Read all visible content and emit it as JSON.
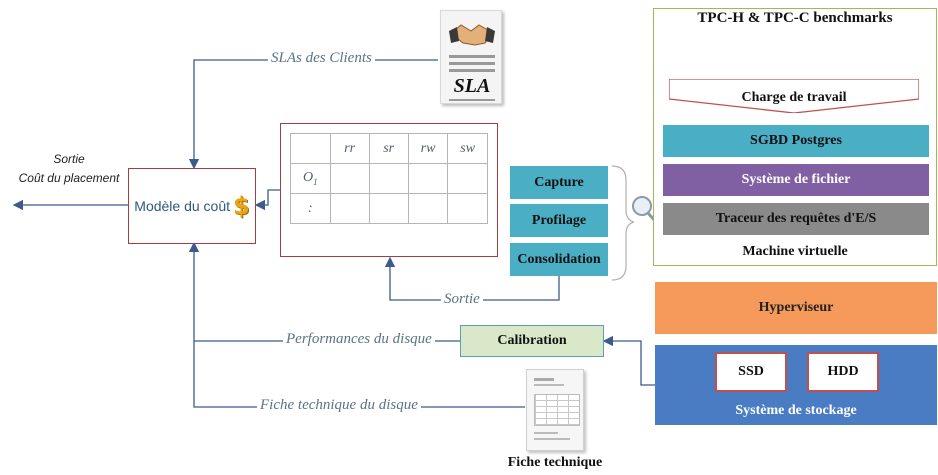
{
  "sla": {
    "label": "SLAs des Clients",
    "doc_text": "SLA"
  },
  "output": {
    "line1": "Sortie",
    "line2": "Coût du placement"
  },
  "cost_model": {
    "label": "Modèle du coût",
    "icon": "dollar-icon",
    "icon_color": "#e8a417"
  },
  "matrix": {
    "headers": [
      "rr",
      "sr",
      "rw",
      "sw"
    ],
    "rows": [
      {
        "label": "O",
        "sub": "1"
      },
      {
        "label": ":",
        "sub": ""
      }
    ]
  },
  "profiling": {
    "steps": [
      "Capture",
      "Profilage",
      "Consolidation"
    ],
    "output_label": "Sortie",
    "color": "#4aaec5"
  },
  "calibration": {
    "label": "Calibration",
    "color": "#d9e8c8",
    "border": "#5aa0b5"
  },
  "disk": {
    "performance_label": "Performances du disque",
    "datasheet_label": "Fiche technique du disque",
    "datasheet_caption": "Fiche technique"
  },
  "vm": {
    "benchmarks_title": "TPC-H & TPC-C benchmarks",
    "workload_label": "Charge de travail",
    "layers": [
      {
        "label": "SGBD Postgres",
        "color": "#4aaec5",
        "text_color": "#111111"
      },
      {
        "label": "Système de fichier",
        "color": "#8060a2",
        "text_color": "#ffffff"
      },
      {
        "label": "Traceur des requêtes d'E/S",
        "color": "#8a8a8a",
        "text_color": "#111111"
      }
    ],
    "caption": "Machine virtuelle",
    "border_color": "#9bbb59"
  },
  "hypervisor": {
    "label": "Hyperviseur",
    "color": "#f59a5a"
  },
  "storage": {
    "label": "Système de stockage",
    "devices": [
      "SSD",
      "HDD"
    ],
    "color": "#4a7cc4",
    "device_border": "#c0504d"
  }
}
